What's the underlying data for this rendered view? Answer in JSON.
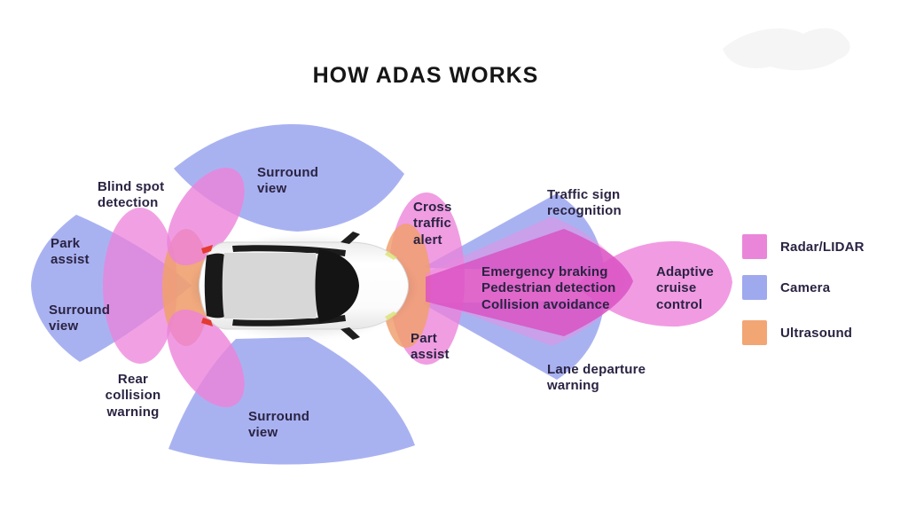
{
  "title": "HOW ADAS WORKS",
  "zone_labels": {
    "surround_view_top": "Surround\nview",
    "blind_spot_detection": "Blind spot\ndetection",
    "park_assist": "Park\nassist",
    "surround_view_left": "Surround\nview",
    "rear_collision_warning": "Rear\ncollision\nwarning",
    "surround_view_bottom": "Surround\nview",
    "cross_traffic_alert": "Cross\ntraffic\nalert",
    "part_assist": "Part\nassist",
    "traffic_sign_recognition": "Traffic sign\nrecognition",
    "emergency_group": "Emergency braking\nPedestrian detection\nCollision avoidance",
    "adaptive_cruise_control": "Adaptive\ncruise\ncontrol",
    "lane_departure_warning": "Lane departure\nwarning"
  },
  "legend": {
    "items": [
      {
        "label": "Radar/LIDAR",
        "color": "#e986d9"
      },
      {
        "label": "Camera",
        "color": "#9fa9ee"
      },
      {
        "label": "Ultrasound",
        "color": "#f2a673"
      }
    ]
  },
  "colors": {
    "radar_lidar": "#e986d9",
    "camera": "#9fa9ee",
    "ultrasound": "#f2a673",
    "emergency_beam": "#d94fc2",
    "label_text": "#2a2342",
    "title_text": "#161616"
  }
}
